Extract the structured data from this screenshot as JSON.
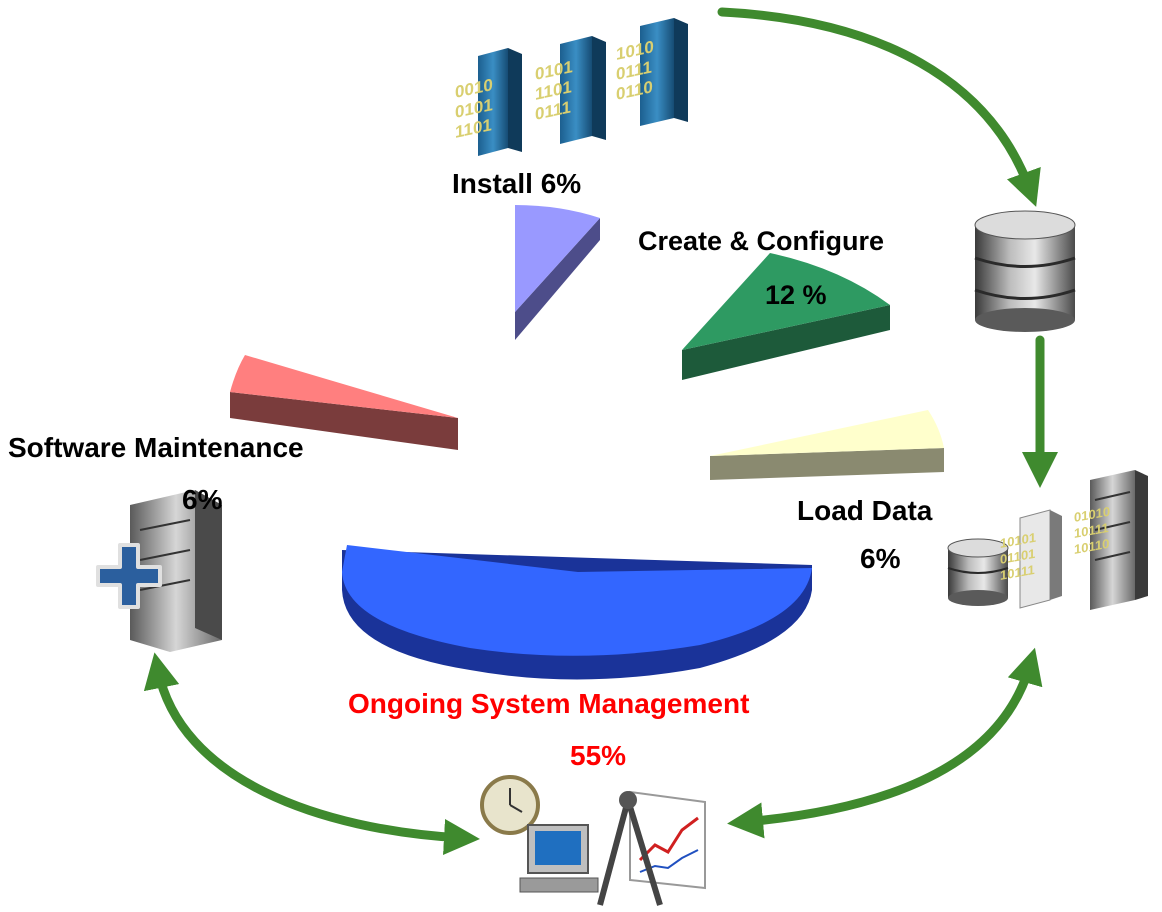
{
  "labels": {
    "install": "Install 6%",
    "create_configure": "Create & Configure",
    "create_configure_pct": "12 %",
    "load_data": "Load Data",
    "load_data_pct": "6%",
    "software_maintenance": "Software Maintenance",
    "software_maintenance_pct": "6%",
    "ongoing": "Ongoing System Management",
    "ongoing_pct": "55%"
  },
  "segments": [
    {
      "key": "install",
      "percent": 6,
      "top_color": "#9999ff",
      "side_color": "#4d4d8a"
    },
    {
      "key": "create_configure",
      "percent": 12,
      "top_color": "#2e9a62",
      "side_color": "#1d5a3a"
    },
    {
      "key": "load_data",
      "percent": 6,
      "top_color": "#ffffcc",
      "side_color": "#8a8a70"
    },
    {
      "key": "software_maintenance",
      "percent": 6,
      "top_color": "#ff7f7f",
      "side_color": "#7a3c3c"
    },
    {
      "key": "ongoing",
      "percent": 55,
      "top_color": "#3366ff",
      "side_color": "#1a3399"
    }
  ],
  "colors": {
    "arrow": "#3f8a2e",
    "ongoing_text": "#ff0000",
    "label_text": "#000000"
  },
  "icons": {
    "install": "binary-server-racks-icon",
    "create_configure": "database-cylinder-icon",
    "load_data": "database-and-servers-icon",
    "software_maintenance": "server-with-plus-icon",
    "ongoing": "clock-computer-compass-chart-icon"
  },
  "binary_text": {
    "rack1": [
      "0010",
      "0101",
      "1101"
    ],
    "rack2": [
      "0101",
      "1101",
      "0111"
    ],
    "rack3": [
      "1010",
      "0111",
      "0110"
    ],
    "loaddata_rack1": [
      "10101",
      "01101",
      "10111"
    ],
    "loaddata_rack2": [
      "01010",
      "10111",
      "10110"
    ]
  }
}
